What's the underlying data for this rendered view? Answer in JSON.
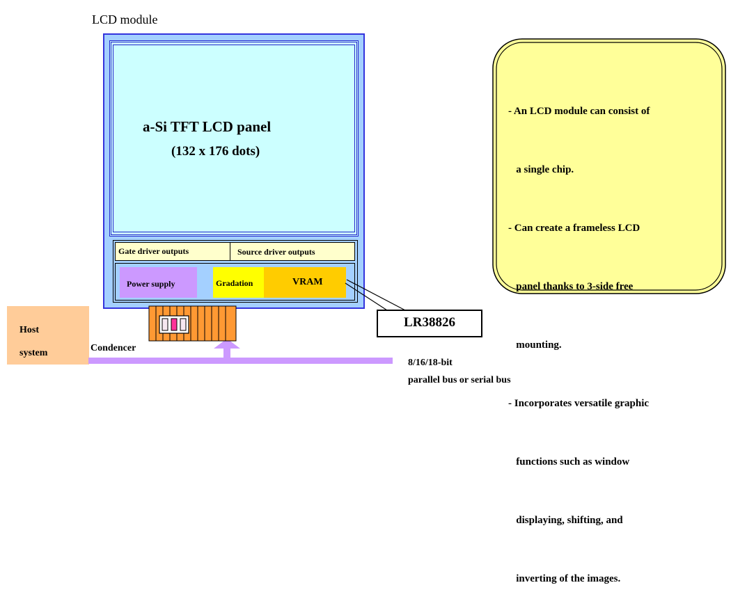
{
  "module": {
    "label": "LCD module",
    "panel_title": "a-Si TFT LCD panel",
    "panel_dots": "(132 x 176 dots)",
    "gate_driver": "Gate driver outputs",
    "source_driver": "Source driver outputs",
    "power_supply": "Power supply",
    "gradation": "Gradation",
    "vram": "VRAM"
  },
  "chip": {
    "label": "LR38826"
  },
  "host": {
    "line1": "Host",
    "line2": "system"
  },
  "condencer": "Condencer",
  "bus": {
    "line1": "8/16/18-bit",
    "line2": "parallel bus or serial bus"
  },
  "features": [
    "- An LCD module can consist of",
    "   a single chip.",
    "- Can create a frameless LCD",
    "   panel thanks to 3-side free",
    "   mounting.",
    "- Incorporates versatile graphic",
    "   functions such as window",
    "   displaying, shifting, and",
    "   inverting of the images."
  ],
  "colors": {
    "module_bg": "#a4d0ff",
    "panel_bg": "#ccffff",
    "callout_bg": "#ffff99",
    "power": "#cc99ff",
    "gradation": "#ffff00",
    "vram": "#ffcc00",
    "host": "#ffcc99",
    "bus": "#cc99ff",
    "connector": "#ff9933"
  }
}
